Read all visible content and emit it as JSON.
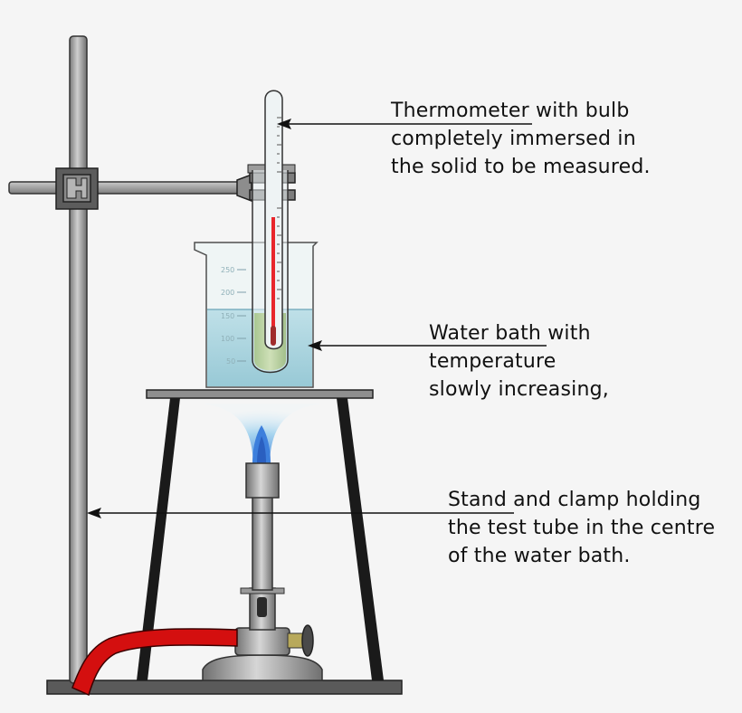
{
  "labels": {
    "thermometer": {
      "lines": [
        "Thermometer with bulb",
        "completely immersed in",
        "the solid to be measured."
      ]
    },
    "water_bath": {
      "lines": [
        "Water bath with",
        "temperature",
        "slowly increasing,"
      ]
    },
    "stand": {
      "lines": [
        "Stand and clamp holding",
        "the test tube in the centre",
        "of the water bath."
      ]
    }
  },
  "beaker_scale": [
    "250",
    "200",
    "150",
    "100",
    "50"
  ],
  "colors": {
    "background": "#f5f5f5",
    "water": "#a9d4df",
    "hose": "#d40f0f",
    "thermometer_liquid": "#e8262c",
    "flame_outer": "#bfe4f2",
    "flame_inner": "#3f7fd6",
    "metal": "#9a9a9a",
    "tripod_leg": "#1a1a1a"
  }
}
